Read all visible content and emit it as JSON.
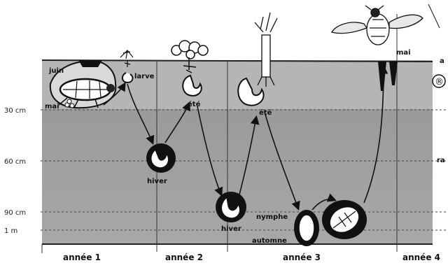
{
  "depth_labels": {
    "d30": "30 cm",
    "d60": "60 cm",
    "d90": "90 cm",
    "d1m": "1 m"
  },
  "stages": {
    "juin": "juin",
    "mai_left": "mai",
    "larve": "larve",
    "ete_1": "été",
    "hiver_1": "hiver",
    "hiver_2": "hiver",
    "ete_2": "été",
    "nymphe": "nymphe",
    "automne": "automne",
    "mai_right": "mai"
  },
  "years": [
    "année 1",
    "année 2",
    "année 3",
    "année 4"
  ],
  "edge_labels": {
    "top": "a",
    "middle": "ra"
  },
  "mark": "®",
  "colors": {
    "soil_top": "#9c9c9c",
    "soil_bottom": "#a7a7a7",
    "ink": "#111111"
  }
}
